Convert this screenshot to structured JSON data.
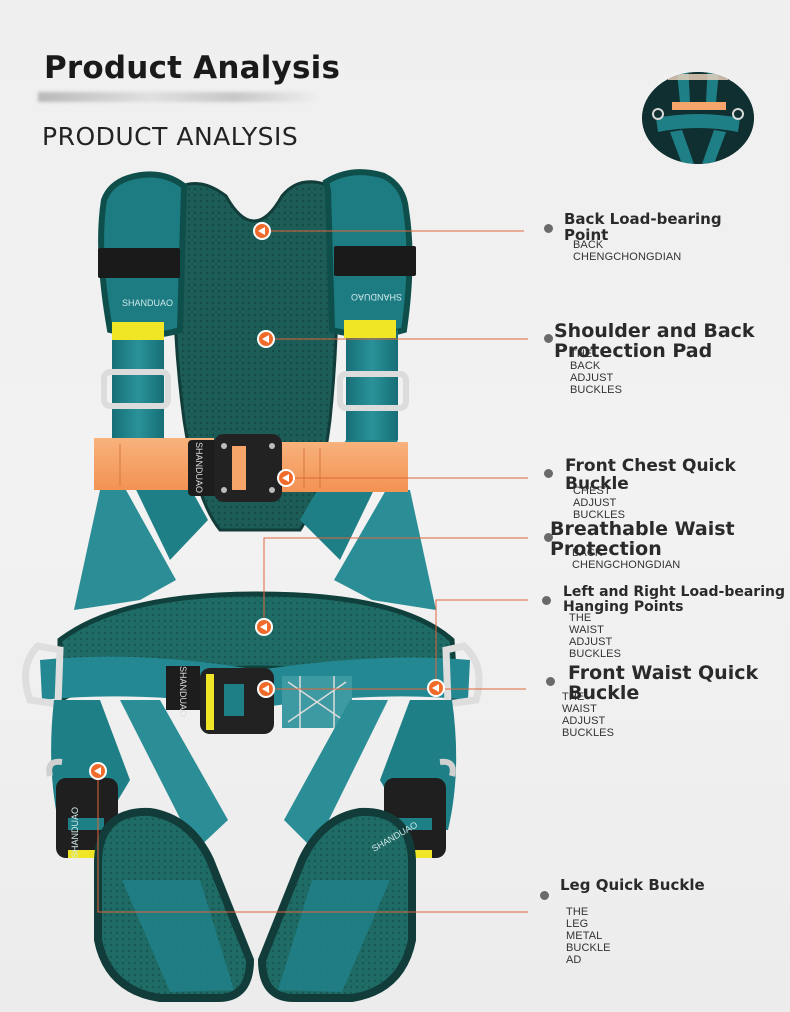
{
  "header": {
    "title": "Product Analysis",
    "subtitle": "PRODUCT ANALYSIS"
  },
  "product": {
    "brand_print": "SHANDUAO",
    "strap_color": "#1f7f86",
    "pad_color": "#1a5a55",
    "chest_strap_color": "#f6a56a",
    "keeper_color": "#f1e626"
  },
  "callouts": [
    {
      "name": "Back Load-bearing Point",
      "sub": "BACK CHENGCHONGDIAN"
    },
    {
      "name": "Shoulder and Back Protection Pad",
      "sub": "THE BACK ADJUST BUCKLES"
    },
    {
      "name": "Front Chest Quick Buckle",
      "sub": "CHEST ADJUST BUCKLES"
    },
    {
      "name": "Breathable Waist Protection",
      "sub": "BACK CHENGCHONGDIAN"
    },
    {
      "name": "Left and Right Load-bearing Hanging Points",
      "sub": "THE WAIST ADJUST BUCKLES"
    },
    {
      "name": "Front Waist Quick Buckle",
      "sub": "THE WAIST ADJUST BUCKLES"
    },
    {
      "name": "Leg Quick Buckle",
      "sub": "THE LEG METAL BUCKLE AD"
    }
  ],
  "colors": {
    "marker": "#f06a2a",
    "leader_line": "#e0663a"
  }
}
